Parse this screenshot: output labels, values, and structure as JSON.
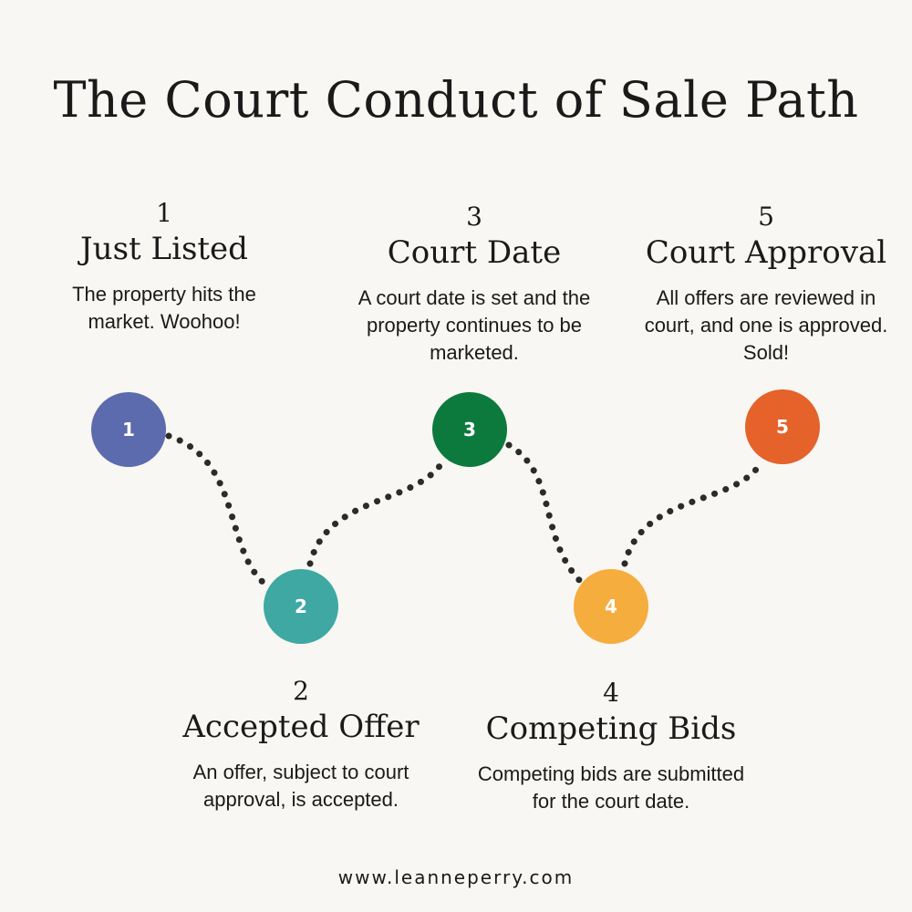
{
  "title": "The Court Conduct of Sale Path",
  "steps": [
    {
      "number": "1",
      "heading": "Just Listed",
      "description": "The property hits the market. Woohoo!",
      "color": "#5b6bad"
    },
    {
      "number": "2",
      "heading": "Accepted Offer",
      "description": "An offer, subject to court approval, is accepted.",
      "color": "#3fa8a3"
    },
    {
      "number": "3",
      "heading": "Court Date",
      "description": "A court date is set and the property continues to be marketed.",
      "color": "#0d7a3d"
    },
    {
      "number": "4",
      "heading": "Competing Bids",
      "description": "Competing bids are submitted for the court date.",
      "color": "#f5ad3e"
    },
    {
      "number": "5",
      "heading": "Court Approval",
      "description": "All offers are reviewed in court, and one is approved. Sold!",
      "color": "#e5622a"
    }
  ],
  "footer": "www.leanneperry.com"
}
